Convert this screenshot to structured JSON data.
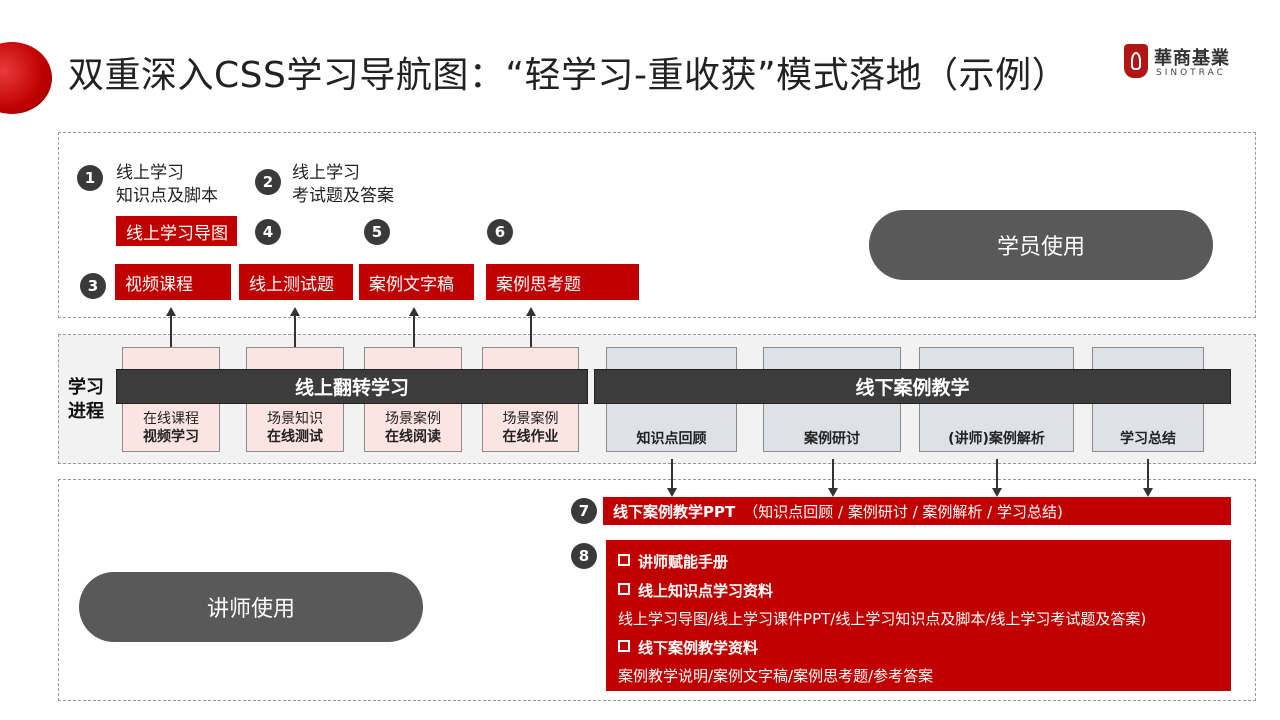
{
  "title": "双重深入CSS学习导航图：“轻学习-重收获”模式落地（示例）",
  "logo": {
    "cn": "華商基業",
    "en": "SINOTRAC"
  },
  "top": {
    "item1": {
      "num": "1",
      "line1": "线上学习",
      "line2": "知识点及脚本"
    },
    "item2": {
      "num": "2",
      "line1": "线上学习",
      "line2": "考试题及答案"
    },
    "map_label": "线上学习导图",
    "num3": "3",
    "num4": "4",
    "num5": "5",
    "num6": "6",
    "video": "视频课程",
    "test": "线上测试题",
    "case_text": "案例文字稿",
    "case_think": "案例思考题",
    "student_use": "学员使用"
  },
  "mid": {
    "side_label_1": "学习",
    "side_label_2": "进程",
    "online_bar": "线上翻转学习",
    "offline_bar": "线下案例教学",
    "online_cards": [
      {
        "line1": "在线课程",
        "line2": "视频学习"
      },
      {
        "line1": "场景知识",
        "line2": "在线测试"
      },
      {
        "line1": "场景案例",
        "line2": "在线阅读"
      },
      {
        "line1": "场景案例",
        "line2": "在线作业"
      }
    ],
    "offline_cards": [
      "知识点回顾",
      "案例研讨",
      "(讲师)案例解析",
      "学习总结"
    ]
  },
  "bottom": {
    "num7": "7",
    "ppt_title": "线下案例教学PPT",
    "ppt_detail": "（知识点回顾 / 案例研讨 / 案例解析 / 学习总结)",
    "num8": "8",
    "res1": "讲师赋能手册",
    "res2": "线上知识点学习资料",
    "res2_detail": "线上学习导图/线上学习课件PPT/线上学习知识点及脚本/线上学习考试题及答案)",
    "res3": "线下案例教学资料",
    "res3_detail": "案例教学说明/案例文字稿/案例思考题/参考答案",
    "teacher_use": "讲师使用"
  },
  "colors": {
    "accent_red": "#c00000",
    "dark_gray": "#3c3c3c",
    "pill_gray": "#595959",
    "pink_card": "#fbe4e1",
    "gray_card": "#dee2e7"
  }
}
